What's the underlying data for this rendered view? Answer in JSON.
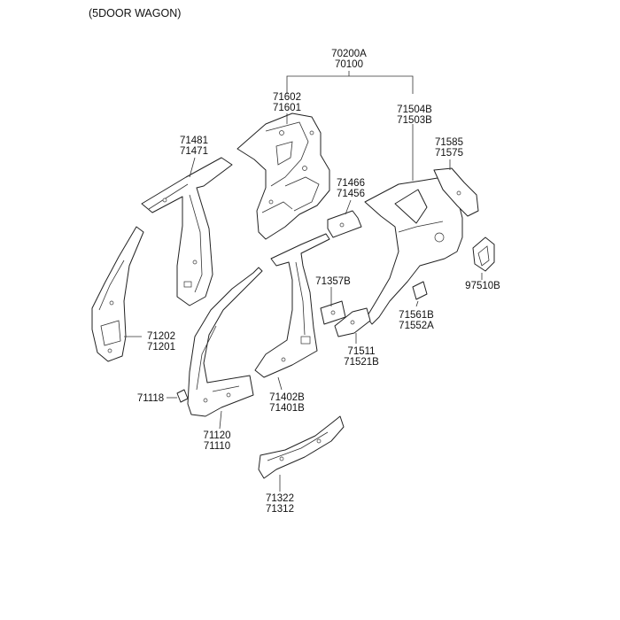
{
  "title": "(5DOOR WAGON)",
  "callouts": {
    "c70200": [
      "70200A",
      "70100"
    ],
    "c71602": [
      "71602",
      "71601"
    ],
    "c71504": [
      "71504B",
      "71503B"
    ],
    "c71585": [
      "71585",
      "71575"
    ],
    "c71481": [
      "71481",
      "71471"
    ],
    "c71466": [
      "71466",
      "71456"
    ],
    "c71357": [
      "71357B"
    ],
    "c97510": [
      "97510B"
    ],
    "c71561": [
      "71561B",
      "71552A"
    ],
    "c71202": [
      "71202",
      "71201"
    ],
    "c71511": [
      "71511",
      "71521B"
    ],
    "c71118": [
      "71118"
    ],
    "c71402": [
      "71402B",
      "71401B"
    ],
    "c71120": [
      "71120",
      "71110"
    ],
    "c71322": [
      "71322",
      "71312"
    ]
  }
}
